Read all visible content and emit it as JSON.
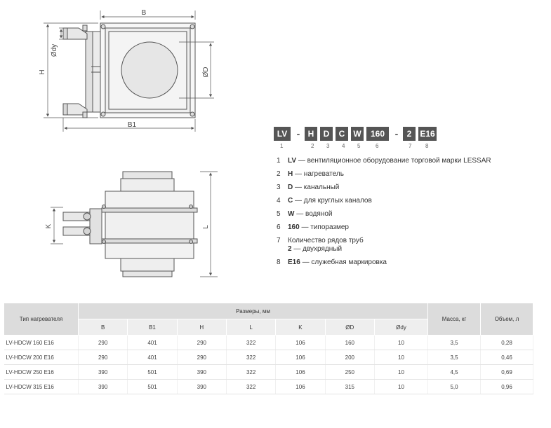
{
  "drawing": {
    "top_labels": {
      "b": "B",
      "b1": "B1",
      "h": "H",
      "ody": "Ødy",
      "od": "ØD"
    },
    "bottom_labels": {
      "k": "K",
      "l": "L"
    }
  },
  "code": {
    "parts": [
      "LV",
      "-",
      "H",
      "D",
      "C",
      "W",
      "160",
      "-",
      "2",
      "E16"
    ],
    "numbers": [
      "1",
      "2",
      "3",
      "4",
      "5",
      "6",
      "7",
      "8"
    ]
  },
  "legend": [
    {
      "num": "1",
      "bold": "LV",
      "text": " — вентиляционное оборудование торговой марки LESSAR"
    },
    {
      "num": "2",
      "bold": "H",
      "text": " — нагреватель"
    },
    {
      "num": "3",
      "bold": "D",
      "text": " — канальный"
    },
    {
      "num": "4",
      "bold": "C",
      "text": " — для круглых каналов"
    },
    {
      "num": "5",
      "bold": "W",
      "text": " — водяной"
    },
    {
      "num": "6",
      "bold": "160",
      "text": " — типоразмер"
    },
    {
      "num": "7",
      "bold": "",
      "text": "Количество рядов труб",
      "line2_bold": "2",
      "line2_text": " — двухрядный"
    },
    {
      "num": "8",
      "bold": "E16",
      "text": " — служебная маркировка"
    }
  ],
  "table": {
    "col_type": "Тип нагревателя",
    "col_sizes": "Размеры, мм",
    "col_mass": "Масса, кг",
    "col_volume": "Объем, л",
    "sub_headers": [
      "B",
      "B1",
      "H",
      "L",
      "K",
      "ØD",
      "Ødy"
    ],
    "rows": [
      [
        "LV-HDCW 160 E16",
        "290",
        "401",
        "290",
        "322",
        "106",
        "160",
        "10",
        "3,5",
        "0,28"
      ],
      [
        "LV-HDCW 200 E16",
        "290",
        "401",
        "290",
        "322",
        "106",
        "200",
        "10",
        "3,5",
        "0,46"
      ],
      [
        "LV-HDCW 250 E16",
        "390",
        "501",
        "390",
        "322",
        "106",
        "250",
        "10",
        "4,5",
        "0,69"
      ],
      [
        "LV-HDCW 315 E16",
        "390",
        "501",
        "390",
        "322",
        "106",
        "315",
        "10",
        "5,0",
        "0,96"
      ]
    ]
  },
  "colors": {
    "dark_box": "#555555",
    "header_bg": "#dcdcdc",
    "line": "#555555"
  }
}
